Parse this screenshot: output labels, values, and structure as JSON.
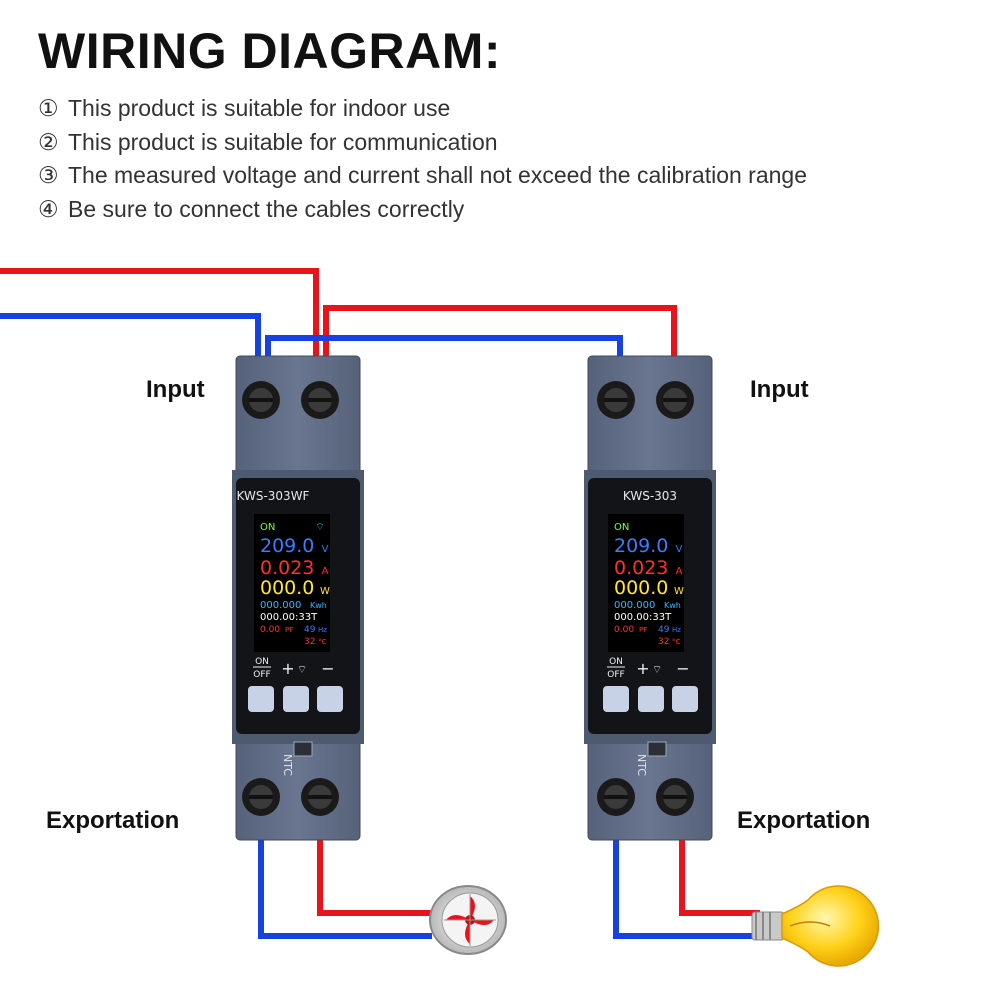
{
  "title": "WIRING DIAGRAM:",
  "notes": [
    {
      "num": "①",
      "text": "This product is suitable for indoor use"
    },
    {
      "num": "②",
      "text": "This product is suitable for communication"
    },
    {
      "num": "③",
      "text": "The measured voltage and current shall not exceed the calibration range"
    },
    {
      "num": "④",
      "text": "Be sure to connect the cables correctly"
    }
  ],
  "labels": {
    "input_left": "Input",
    "input_right": "Input",
    "export_left": "Exportation",
    "export_right": "Exportation"
  },
  "devices": [
    {
      "model": "KWS-303WF",
      "status": "ON",
      "voltage": "209.0",
      "current": "0.023",
      "power": "000.0",
      "energy": "000.000",
      "energy_unit": "Kwh",
      "time": "000.00:33T",
      "pf": "0.00",
      "pf_unit": "PF",
      "freq": "49",
      "freq_unit": "Hz",
      "temp": "32",
      "temp_unit": "°C",
      "ntc": "NTC",
      "btn_on": "ON",
      "btn_off": "OFF",
      "btn_plus": "+",
      "btn_minus": "−",
      "unit_v": "V",
      "unit_a": "A",
      "unit_w": "W"
    },
    {
      "model": "KWS-303",
      "status": "ON",
      "voltage": "209.0",
      "current": "0.023",
      "power": "000.0",
      "energy": "000.000",
      "energy_unit": "Kwh",
      "time": "000.00:33T",
      "pf": "0.00",
      "pf_unit": "PF",
      "freq": "49",
      "freq_unit": "Hz",
      "temp": "32",
      "temp_unit": "°C",
      "ntc": "NTC",
      "btn_on": "ON",
      "btn_off": "OFF",
      "btn_plus": "+",
      "btn_minus": "−",
      "unit_v": "V",
      "unit_a": "A",
      "unit_w": "W"
    }
  ],
  "colors": {
    "live_wire": "#e8141c",
    "neutral_wire": "#1842e0",
    "device_body": "#5f6c83",
    "voltage": "#3a7bff",
    "current": "#ff3030",
    "power": "#ffe533",
    "energy": "#39b8ff"
  },
  "loads": {
    "left": "fan-icon",
    "right": "light-bulb-icon"
  }
}
